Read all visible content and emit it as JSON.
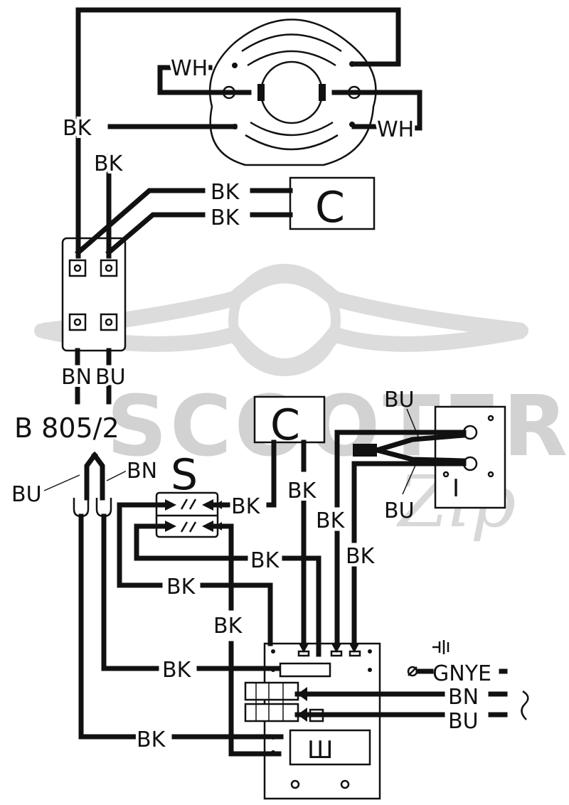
{
  "diagram": {
    "model_code": "B 805/2",
    "motor": {
      "lead_left": "WH",
      "lead_right": "WH",
      "frame_lead": "BK"
    },
    "capacitor_top": {
      "symbol": "C",
      "leads": [
        "BK",
        "BK"
      ]
    },
    "switch_top": {
      "top_lead": "BK",
      "bottom_leads": [
        "BN",
        "BU"
      ]
    },
    "capacitor_mid": {
      "symbol": "C",
      "lead": "BK"
    },
    "thermal_switch": {
      "symbol": "S",
      "leads": [
        "BK",
        "BK"
      ]
    },
    "heater_plug": {
      "leads": [
        "BU",
        "BN"
      ]
    },
    "pilot_lamp": {
      "symbol": "I",
      "leads": [
        "BU",
        "BU"
      ]
    },
    "main_wires": [
      "BK",
      "BK",
      "BK",
      "BK",
      "BK",
      "BK",
      "BK",
      "BK"
    ],
    "mains": {
      "ground_symbol": "⊥",
      "earth": "GNYE",
      "live": "BN",
      "neutral": "BU",
      "ac_symbol": "~"
    },
    "terminal_block_symbol": "Ш"
  },
  "watermark": {
    "text_main": "SCOOTER",
    "text_sub": "Zip"
  }
}
